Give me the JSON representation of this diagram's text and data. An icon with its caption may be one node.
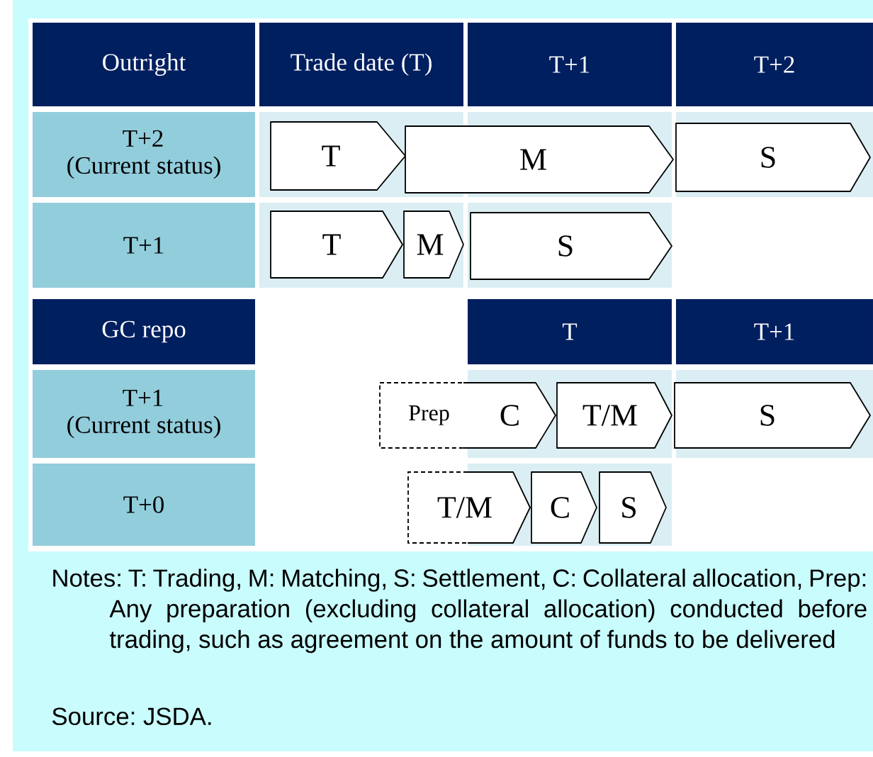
{
  "diagram": {
    "nodes": [
      {
        "text": [
          "T"
        ]
      },
      {
        "text": [
          "M"
        ]
      },
      {
        "text": [
          "S"
        ]
      },
      {
        "text": [
          "T"
        ]
      },
      {
        "text": [
          "M"
        ]
      },
      {
        "text": [
          "S"
        ]
      },
      {
        "text": [
          "Prep"
        ]
      },
      {
        "text": [
          "C"
        ]
      },
      {
        "text": [
          "T/M"
        ]
      },
      {
        "text": [
          "S"
        ]
      },
      {
        "text": [
          "T/M"
        ]
      },
      {
        "text": [
          "C"
        ]
      },
      {
        "text": [
          "S"
        ]
      }
    ],
    "labels": [
      "Outright",
      "Trade date (T)",
      "T+1",
      "T+2",
      "T+2 (Current status)",
      "T+1",
      "GC repo",
      "T",
      "T+1",
      "T+1 (Current status)",
      "T+0",
      "Notes: T: Trading, M: Matching, S: Settlement, C: Collateral allocation, Prep: Any preparation (excluding collateral allocation) conducted before trading, such as agreement on the amount of funds to be delivered",
      "Source: JSDA."
    ]
  }
}
